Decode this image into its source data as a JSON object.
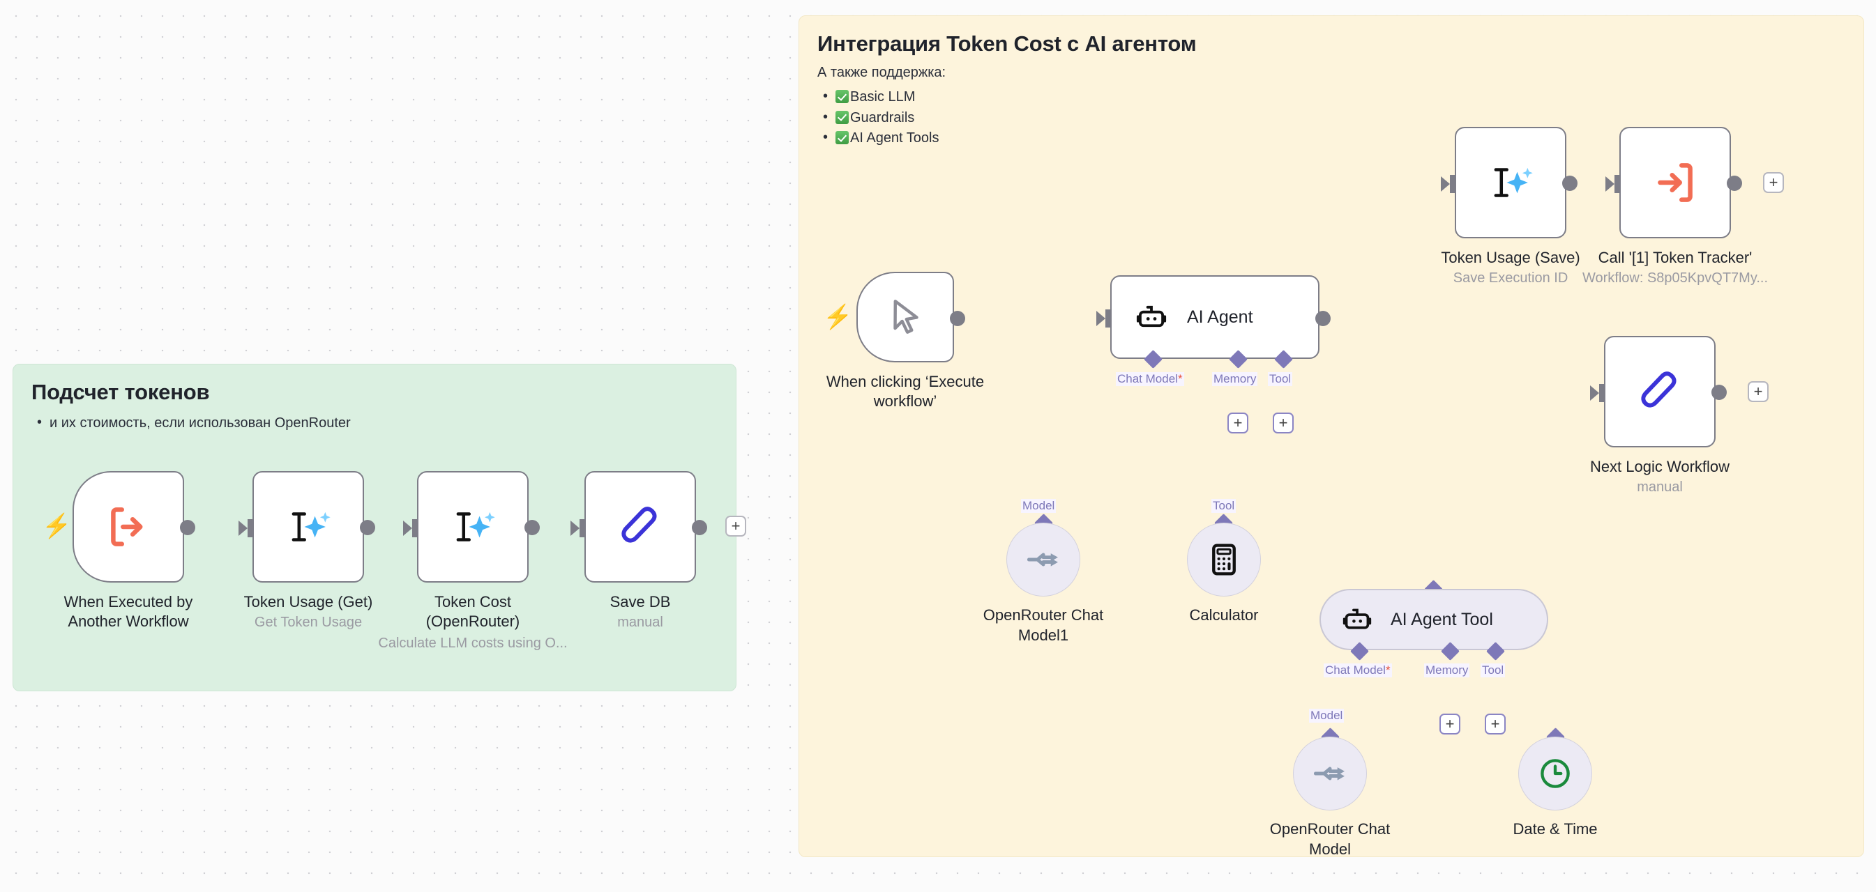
{
  "notes": {
    "green": {
      "title": "Подсчет токенов",
      "items": [
        "и их стоимость, если использован OpenRouter"
      ]
    },
    "yellow": {
      "title": "Интеграция Token Cost с AI агентом",
      "lead": "А также поддержка:",
      "items": [
        "Basic LLM",
        "Guardrails",
        "AI Agent Tools"
      ]
    }
  },
  "colors": {
    "green_note": "#DBF0E1",
    "yellow_note": "#FDF4DC",
    "canvas": "#fbfbfb",
    "wire": "#7d7d87",
    "accent_lavender": "#7e78b8",
    "trigger_red": "#f26d54",
    "required_asterisk": "#e8503a"
  },
  "left_workflow": {
    "nodes": [
      {
        "id": "exec-by-other",
        "name": "When Executed by\nAnother Workflow",
        "icon": "execute-workflow-trigger-icon",
        "sub": []
      },
      {
        "id": "token-usage-get",
        "name": "Token Usage (Get)",
        "icon": "set-fields-icon",
        "sub": [
          "Get Token Usage"
        ]
      },
      {
        "id": "token-cost-openrouter",
        "name": "Token Cost\n(OpenRouter)",
        "icon": "set-fields-icon",
        "sub": [
          "Calculate LLM costs using O..."
        ]
      },
      {
        "id": "save-db",
        "name": "Save DB",
        "icon": "noop-pen-icon",
        "sub": [
          "manual"
        ]
      }
    ],
    "add_button": "+"
  },
  "right_workflow": {
    "trigger": {
      "name": "When clicking ‘Execute\nworkflow’",
      "icon": "manual-trigger-cursor-icon"
    },
    "agent": {
      "name": "AI Agent",
      "icon": "robot-icon",
      "ports": [
        {
          "label": "Chat Model",
          "required": true
        },
        {
          "label": "Memory",
          "required": false
        },
        {
          "label": "Tool",
          "required": false
        }
      ],
      "plus_buttons": [
        "+",
        "+"
      ]
    },
    "nodes": [
      {
        "id": "token-usage-save",
        "name": "Token Usage (Save)",
        "icon": "set-fields-icon",
        "sub": [
          "Save Execution ID"
        ]
      },
      {
        "id": "call-token-tracker",
        "name": "Call '[1] Token Tracker'",
        "icon": "execute-workflow-icon",
        "sub": [
          "Workflow: S8p05KpvQT7My..."
        ]
      },
      {
        "id": "next-logic-workflow",
        "name": "Next Logic Workflow",
        "icon": "noop-pen-icon",
        "sub": [
          "manual"
        ]
      }
    ],
    "subnodes": [
      {
        "id": "openrouter-chat-model-1",
        "name": "OpenRouter Chat\nModel1",
        "icon": "openrouter-icon",
        "port": "Model"
      },
      {
        "id": "calculator",
        "name": "Calculator",
        "icon": "calculator-icon",
        "port": "Tool"
      },
      {
        "id": "openrouter-chat-model",
        "name": "OpenRouter Chat\nModel",
        "icon": "openrouter-icon",
        "port": "Model"
      },
      {
        "id": "date-time",
        "name": "Date & Time",
        "icon": "clock-icon",
        "port": ""
      }
    ],
    "agent_tool": {
      "name": "AI Agent Tool",
      "icon": "robot-icon",
      "ports": [
        {
          "label": "Chat Model",
          "required": true
        },
        {
          "label": "Memory",
          "required": false
        },
        {
          "label": "Tool",
          "required": false
        }
      ],
      "plus_buttons": [
        "+",
        "+"
      ]
    },
    "add_buttons": [
      "+",
      "+"
    ]
  }
}
